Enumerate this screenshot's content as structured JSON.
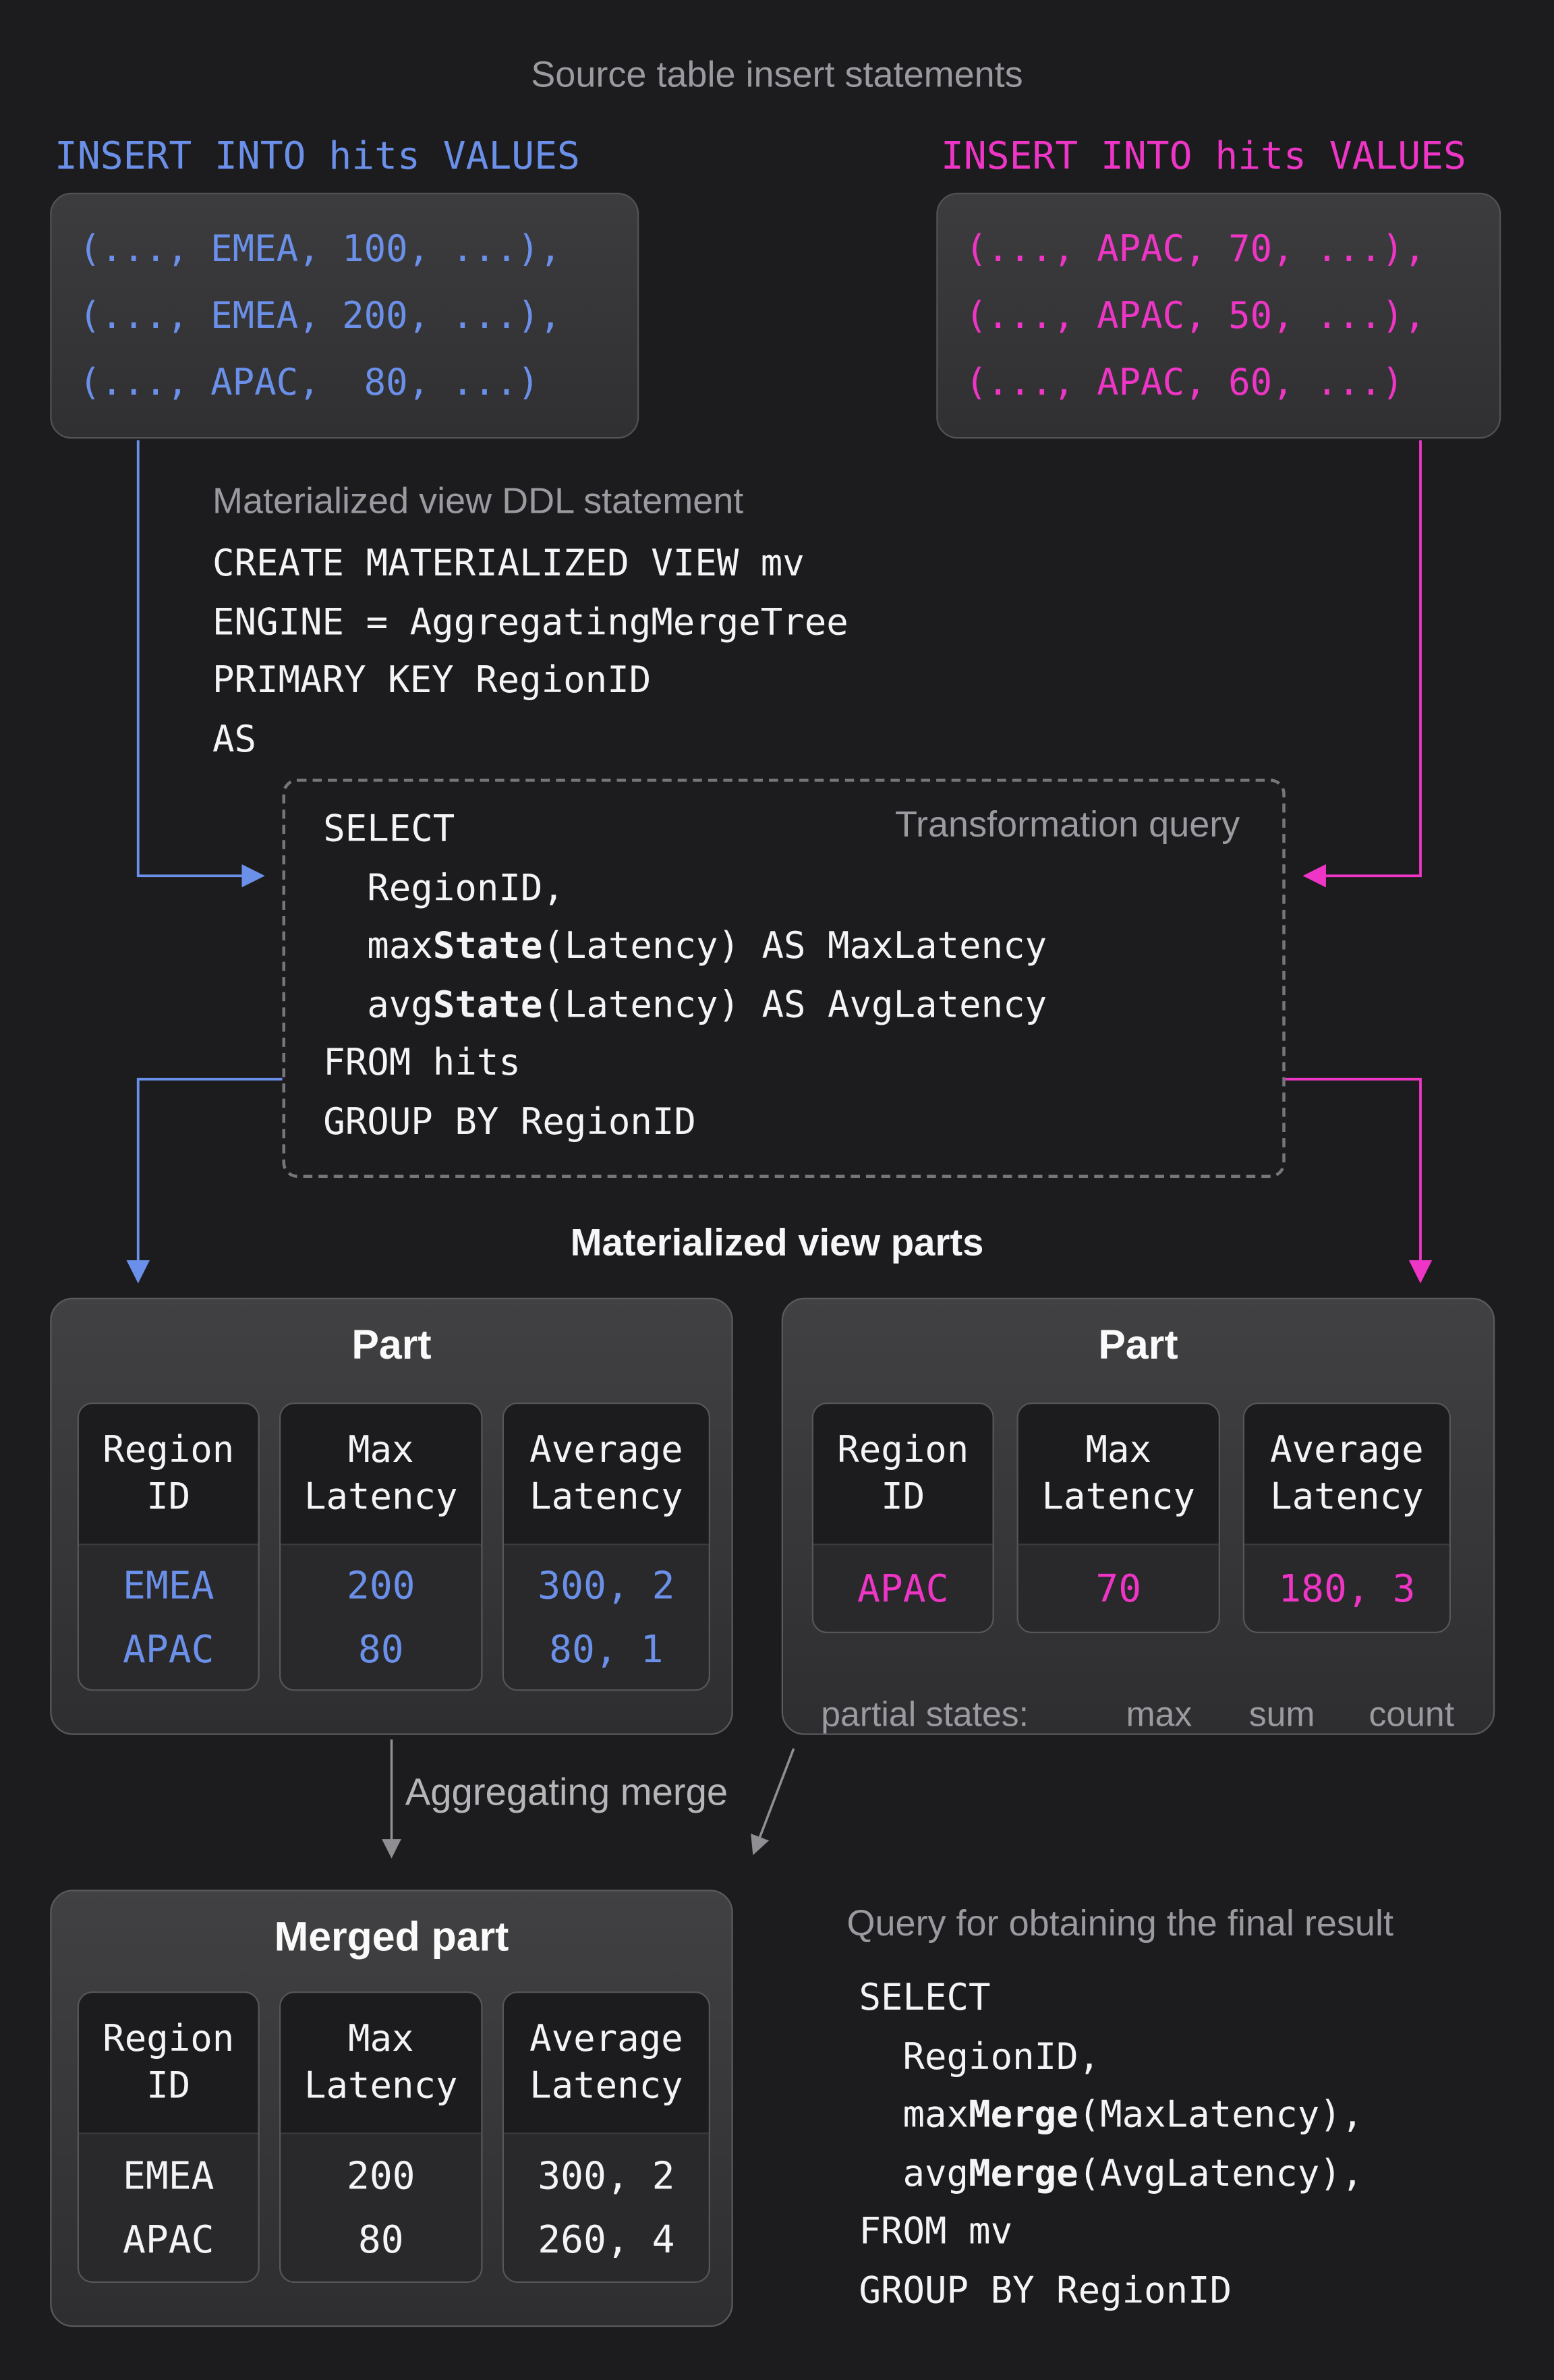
{
  "page": {
    "title": "Source table insert statements"
  },
  "colors": {
    "background": "#1c1c1e",
    "blue_accent": "#6b90e9",
    "magenta_accent": "#ee35c5",
    "gray_label": "#9a9aa0",
    "arrow_gray": "#8e8e93",
    "white_text": "#f4f4f6",
    "box_fill": "#39393b",
    "column_header_fill": "#1c1c1e",
    "column_body_fill": "#29292b"
  },
  "insert_left": {
    "label": "INSERT INTO hits VALUES",
    "lines": [
      "(..., EMEA, 100, ...),",
      "(..., EMEA, 200, ...),",
      "(..., APAC,  80, ...)"
    ]
  },
  "insert_right": {
    "label": "INSERT INTO hits VALUES",
    "lines": [
      "(..., APAC, 70, ...),",
      "(..., APAC, 50, ...),",
      "(..., APAC, 60, ...)"
    ]
  },
  "ddl": {
    "label": "Materialized view DDL statement",
    "code": [
      [
        {
          "t": "CREATE MATERIALIZED VIEW mv"
        }
      ],
      [
        {
          "t": "ENGINE = AggregatingMergeTree"
        }
      ],
      [
        {
          "t": "PRIMARY KEY RegionID"
        }
      ],
      [
        {
          "t": "AS"
        }
      ]
    ]
  },
  "transformation": {
    "label": "Transformation query",
    "code": [
      [
        {
          "t": "SELECT"
        }
      ],
      [
        {
          "t": "  RegionID,"
        }
      ],
      [
        {
          "t": "  max"
        },
        {
          "t": "State",
          "b": true
        },
        {
          "t": "(Latency) AS MaxLatency"
        }
      ],
      [
        {
          "t": "  avg"
        },
        {
          "t": "State",
          "b": true
        },
        {
          "t": "(Latency) AS AvgLatency"
        }
      ],
      [
        {
          "t": "FROM hits"
        }
      ],
      [
        {
          "t": "GROUP BY RegionID"
        }
      ]
    ]
  },
  "parts_heading": "Materialized view parts",
  "part_left": {
    "title": "Part",
    "columns": [
      {
        "header": "Region\nID",
        "values": [
          "EMEA",
          "APAC"
        ]
      },
      {
        "header": "Max\nLatency",
        "values": [
          "200",
          "80"
        ]
      },
      {
        "header": "Average\nLatency",
        "values": [
          "300, 2",
          "80, 1"
        ]
      }
    ]
  },
  "part_right": {
    "title": "Part",
    "columns": [
      {
        "header": "Region\nID",
        "values": [
          "APAC"
        ]
      },
      {
        "header": "Max\nLatency",
        "values": [
          "70"
        ]
      },
      {
        "header": "Average\nLatency",
        "values": [
          "180, 3"
        ]
      }
    ],
    "partial_label": "partial states:",
    "partial_tags": [
      "max",
      "sum",
      "count"
    ]
  },
  "merge_label": "Aggregating merge",
  "merged_part": {
    "title": "Merged part",
    "columns": [
      {
        "header": "Region\nID",
        "values": [
          "EMEA",
          "APAC"
        ]
      },
      {
        "header": "Max\nLatency",
        "values": [
          "200",
          "80"
        ]
      },
      {
        "header": "Average\nLatency",
        "values": [
          "300, 2",
          "260, 4"
        ]
      }
    ]
  },
  "final_query": {
    "label": "Query for obtaining the final result",
    "code": [
      [
        {
          "t": "SELECT"
        }
      ],
      [
        {
          "t": "  RegionID,"
        }
      ],
      [
        {
          "t": "  max"
        },
        {
          "t": "Merge",
          "b": true
        },
        {
          "t": "(MaxLatency),"
        }
      ],
      [
        {
          "t": "  avg"
        },
        {
          "t": "Merge",
          "b": true
        },
        {
          "t": "(AvgLatency),"
        }
      ],
      [
        {
          "t": "FROM mv"
        }
      ],
      [
        {
          "t": "GROUP BY RegionID"
        }
      ]
    ]
  }
}
